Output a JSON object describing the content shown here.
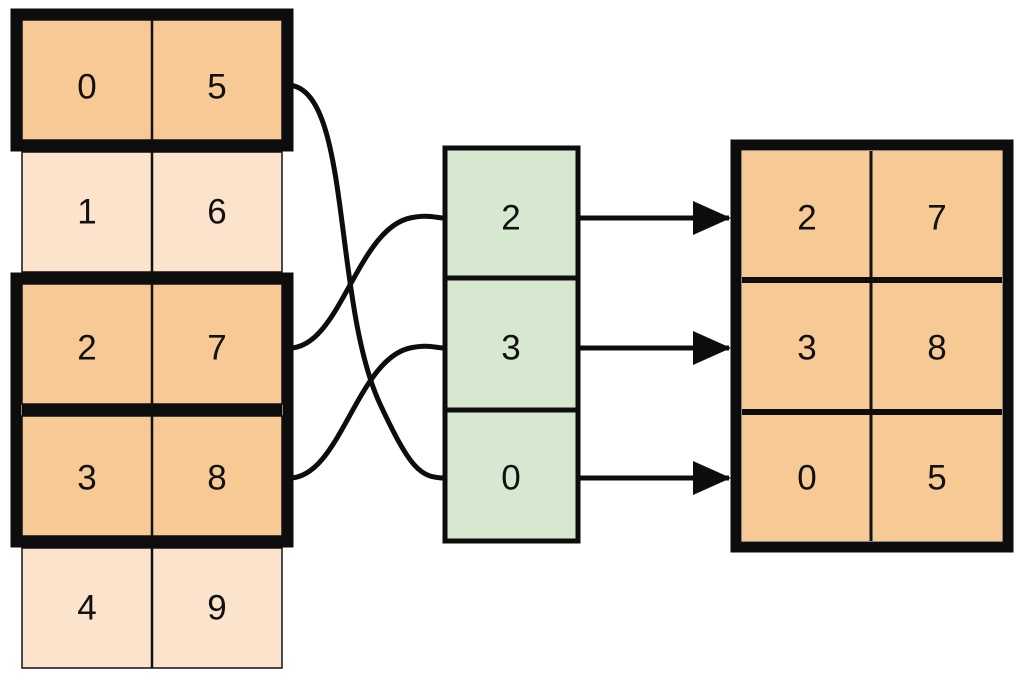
{
  "diagram": {
    "type": "table-index-lookup",
    "colors": {
      "highlight_fill": "#f7c995",
      "normal_fill": "#fbe3cc",
      "index_fill": "#d6e8d0",
      "stroke": "#0d0d0d",
      "thin_stroke": "#111111",
      "background": "#ffffff"
    }
  },
  "source_table": {
    "name": "source-table",
    "columns": 2,
    "rows": [
      {
        "key": "0",
        "value": "5",
        "highlighted": true
      },
      {
        "key": "1",
        "value": "6",
        "highlighted": false
      },
      {
        "key": "2",
        "value": "7",
        "highlighted": true
      },
      {
        "key": "3",
        "value": "8",
        "highlighted": true
      },
      {
        "key": "4",
        "value": "9",
        "highlighted": false
      }
    ]
  },
  "index_column": {
    "name": "index-column",
    "cells": [
      {
        "value": "2"
      },
      {
        "value": "3"
      },
      {
        "value": "0"
      }
    ]
  },
  "result_table": {
    "name": "result-table",
    "columns": 2,
    "rows": [
      {
        "key": "2",
        "value": "7"
      },
      {
        "key": "3",
        "value": "8"
      },
      {
        "key": "0",
        "value": "5"
      }
    ]
  },
  "connectors": {
    "curves": [
      {
        "name": "source-row-0-to-index-2",
        "from_row": 0,
        "to_index": 2
      },
      {
        "name": "source-row-2-to-index-0",
        "from_row": 2,
        "to_index": 0
      },
      {
        "name": "source-row-3-to-index-1",
        "from_row": 3,
        "to_index": 1
      }
    ],
    "arrows": [
      {
        "name": "index-0-to-result-row-0",
        "from_index": 0,
        "to_row": 0
      },
      {
        "name": "index-1-to-result-row-1",
        "from_index": 1,
        "to_row": 1
      },
      {
        "name": "index-2-to-result-row-2",
        "from_index": 2,
        "to_row": 2
      }
    ]
  }
}
